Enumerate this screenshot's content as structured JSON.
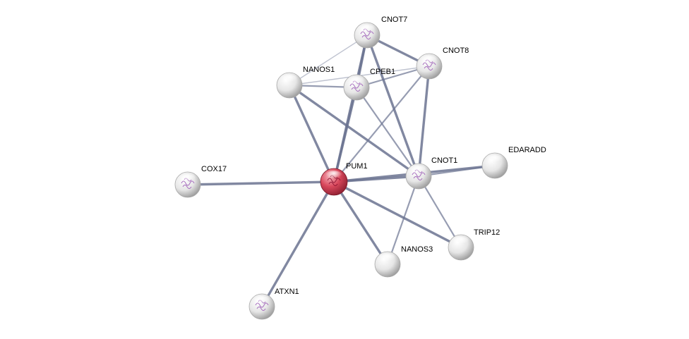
{
  "colors": {
    "background": "#ffffff",
    "edge": "#6b7391",
    "edge_light": "#b8bccb",
    "query_node": "#d9485c",
    "node": "#e2e2e2",
    "structure": "#9b59b6"
  },
  "nodes": [
    {
      "id": "PUM1",
      "label": "PUM1",
      "query": true,
      "structure": true
    },
    {
      "id": "CNOT7",
      "label": "CNOT7",
      "query": false,
      "structure": true
    },
    {
      "id": "CNOT8",
      "label": "CNOT8",
      "query": false,
      "structure": true
    },
    {
      "id": "NANOS1",
      "label": "NANOS1",
      "query": false,
      "structure": false
    },
    {
      "id": "CPEB1",
      "label": "CPEB1",
      "query": false,
      "structure": true
    },
    {
      "id": "CNOT1",
      "label": "CNOT1",
      "query": false,
      "structure": true
    },
    {
      "id": "EDARADD",
      "label": "EDARADD",
      "query": false,
      "structure": false
    },
    {
      "id": "COX17",
      "label": "COX17",
      "query": false,
      "structure": true
    },
    {
      "id": "TRIP12",
      "label": "TRIP12",
      "query": false,
      "structure": false
    },
    {
      "id": "NANOS3",
      "label": "NANOS3",
      "query": false,
      "structure": false
    },
    {
      "id": "ATXN1",
      "label": "ATXN1",
      "query": false,
      "structure": true
    }
  ],
  "edges": [
    {
      "source": "PUM1",
      "target": "CNOT7",
      "strength": "strong"
    },
    {
      "source": "PUM1",
      "target": "CNOT8",
      "strength": "medium"
    },
    {
      "source": "PUM1",
      "target": "NANOS1",
      "strength": "strong"
    },
    {
      "source": "PUM1",
      "target": "CPEB1",
      "strength": "strong"
    },
    {
      "source": "PUM1",
      "target": "CNOT1",
      "strength": "strong"
    },
    {
      "source": "PUM1",
      "target": "EDARADD",
      "strength": "strong"
    },
    {
      "source": "PUM1",
      "target": "COX17",
      "strength": "strong"
    },
    {
      "source": "PUM1",
      "target": "TRIP12",
      "strength": "strong"
    },
    {
      "source": "PUM1",
      "target": "NANOS3",
      "strength": "strong"
    },
    {
      "source": "PUM1",
      "target": "ATXN1",
      "strength": "strong"
    },
    {
      "source": "CNOT7",
      "target": "CNOT8",
      "strength": "strong"
    },
    {
      "source": "CNOT7",
      "target": "CPEB1",
      "strength": "strong"
    },
    {
      "source": "CNOT7",
      "target": "NANOS1",
      "strength": "light"
    },
    {
      "source": "CNOT7",
      "target": "CNOT1",
      "strength": "strong"
    },
    {
      "source": "CNOT8",
      "target": "CPEB1",
      "strength": "medium"
    },
    {
      "source": "CNOT8",
      "target": "NANOS1",
      "strength": "light"
    },
    {
      "source": "CNOT8",
      "target": "CNOT1",
      "strength": "strong"
    },
    {
      "source": "NANOS1",
      "target": "CPEB1",
      "strength": "medium"
    },
    {
      "source": "NANOS1",
      "target": "CNOT1",
      "strength": "strong"
    },
    {
      "source": "CPEB1",
      "target": "CNOT1",
      "strength": "medium"
    },
    {
      "source": "CNOT1",
      "target": "EDARADD",
      "strength": "medium"
    },
    {
      "source": "CNOT1",
      "target": "TRIP12",
      "strength": "medium"
    },
    {
      "source": "CNOT1",
      "target": "NANOS3",
      "strength": "medium"
    }
  ]
}
